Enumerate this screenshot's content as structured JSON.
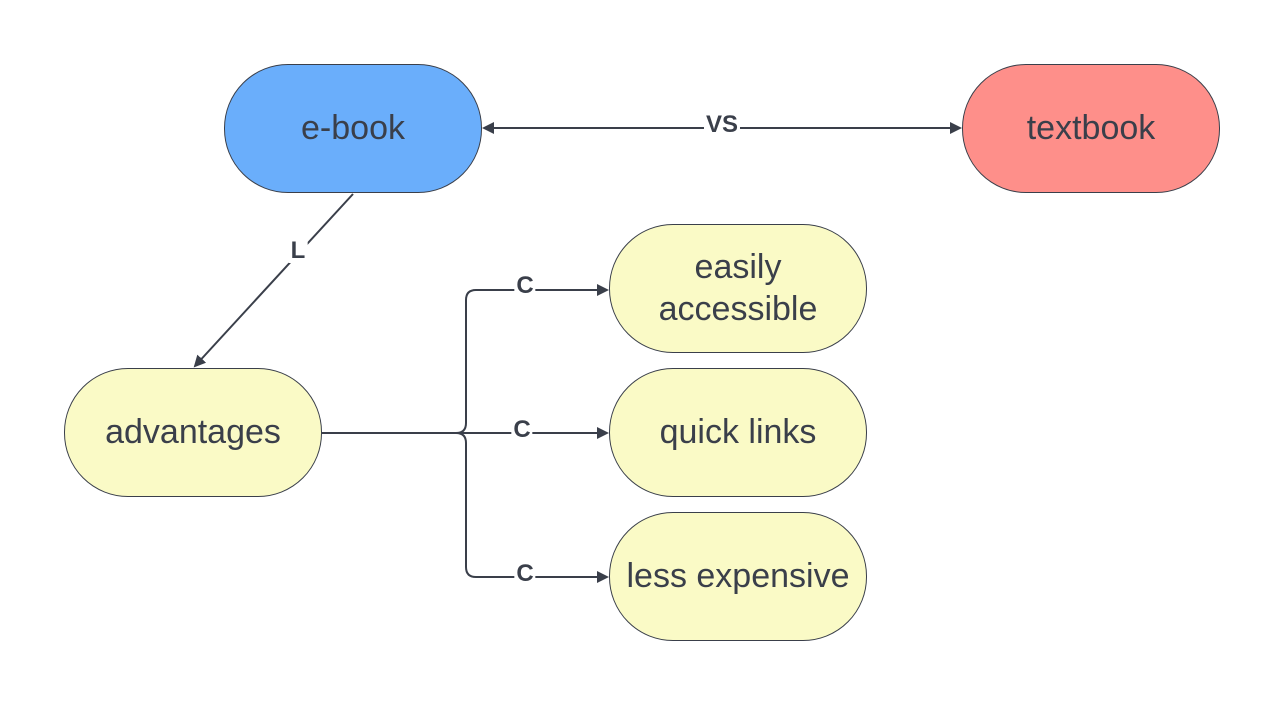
{
  "colors": {
    "ebook_fill": "#6aaefb",
    "textbook_fill": "#fe8f8a",
    "advantage_fill": "#fafac6",
    "line": "#3a3f4a"
  },
  "nodes": {
    "ebook": "e-book",
    "textbook": "textbook",
    "advantages": "advantages",
    "accessible": "easily\naccessible",
    "quick_links": "quick links",
    "less_expensive": "less expensive"
  },
  "edges": {
    "ebook_textbook": "VS",
    "ebook_advantages": "L",
    "advantages_accessible": "C",
    "advantages_quick_links": "C",
    "advantages_less_expensive": "C"
  }
}
